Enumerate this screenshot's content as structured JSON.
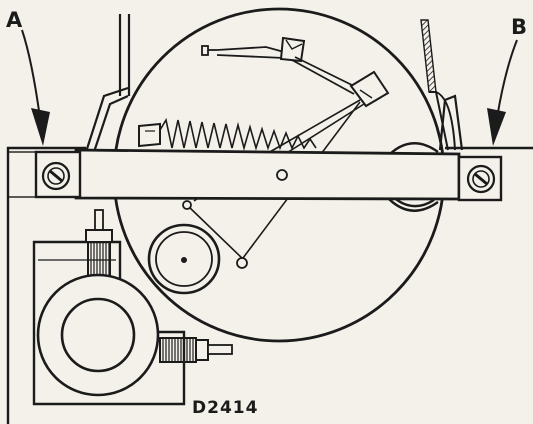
{
  "labels": {
    "arrow_a": "A",
    "arrow_b": "B",
    "reference": "D2414"
  },
  "colors": {
    "ink": "#1b1b1b",
    "paper": "#f3f1ea"
  }
}
